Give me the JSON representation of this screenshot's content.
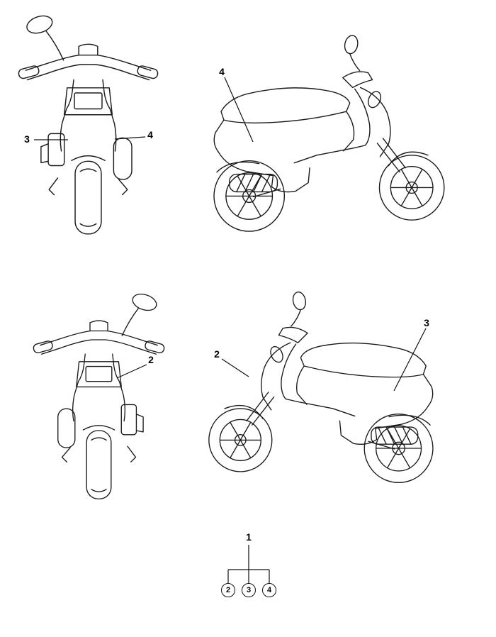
{
  "colors": {
    "line": "#1a1a1a",
    "background": "#ffffff"
  },
  "views": {
    "rear_top_left": {
      "callouts": [
        {
          "label": "3"
        },
        {
          "label": "4"
        }
      ]
    },
    "side_top_right": {
      "callouts": [
        {
          "label": "4"
        }
      ]
    },
    "rear_bottom_left": {
      "callouts": [
        {
          "label": "2"
        }
      ]
    },
    "side_bottom_right": {
      "callouts": [
        {
          "label": "2"
        },
        {
          "label": "3"
        }
      ]
    }
  },
  "legend": {
    "parent": "1",
    "children": [
      "2",
      "3",
      "4"
    ]
  }
}
